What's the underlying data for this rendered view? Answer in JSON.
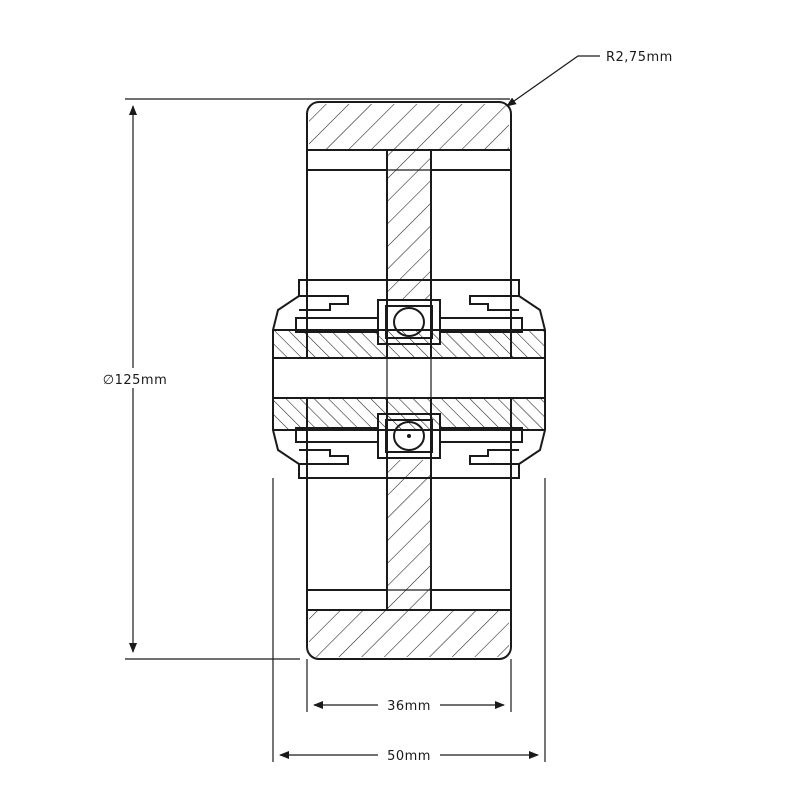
{
  "labels": {
    "corner_radius": "R2,75mm",
    "diameter": "∅125mm",
    "tread_width": "36mm",
    "overall_width": "50mm"
  },
  "colors": {
    "line": "#1a1a1a",
    "background": "#ffffff"
  }
}
